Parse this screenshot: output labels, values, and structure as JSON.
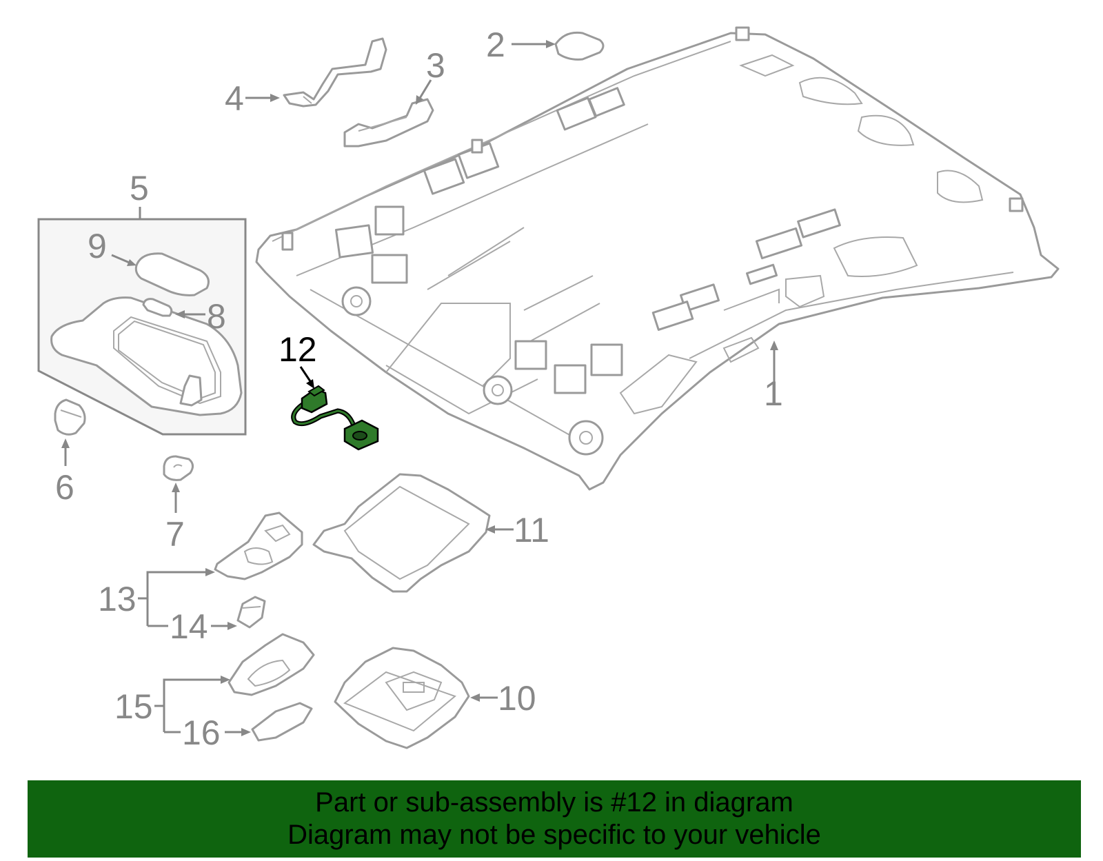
{
  "colors": {
    "background": "#ffffff",
    "part_line": "#9a9a9a",
    "callout_text": "#888888",
    "highlight_part": "#2f7a2a",
    "highlight_text": "#000000",
    "banner_background": "#0f640f",
    "banner_text": "#000000",
    "box_fill": "#f6f6f6"
  },
  "callouts": [
    {
      "id": "1",
      "label": "1"
    },
    {
      "id": "2",
      "label": "2"
    },
    {
      "id": "3",
      "label": "3"
    },
    {
      "id": "4",
      "label": "4"
    },
    {
      "id": "5",
      "label": "5"
    },
    {
      "id": "6",
      "label": "6"
    },
    {
      "id": "7",
      "label": "7"
    },
    {
      "id": "8",
      "label": "8"
    },
    {
      "id": "9",
      "label": "9"
    },
    {
      "id": "10",
      "label": "10"
    },
    {
      "id": "11",
      "label": "11"
    },
    {
      "id": "12",
      "label": "12"
    },
    {
      "id": "13",
      "label": "13"
    },
    {
      "id": "14",
      "label": "14"
    },
    {
      "id": "15",
      "label": "15"
    },
    {
      "id": "16",
      "label": "16"
    }
  ],
  "highlighted_callout": "12",
  "banner": {
    "line1": "Part or sub-assembly is #12 in diagram",
    "line2": "Diagram may not be specific to your vehicle"
  }
}
